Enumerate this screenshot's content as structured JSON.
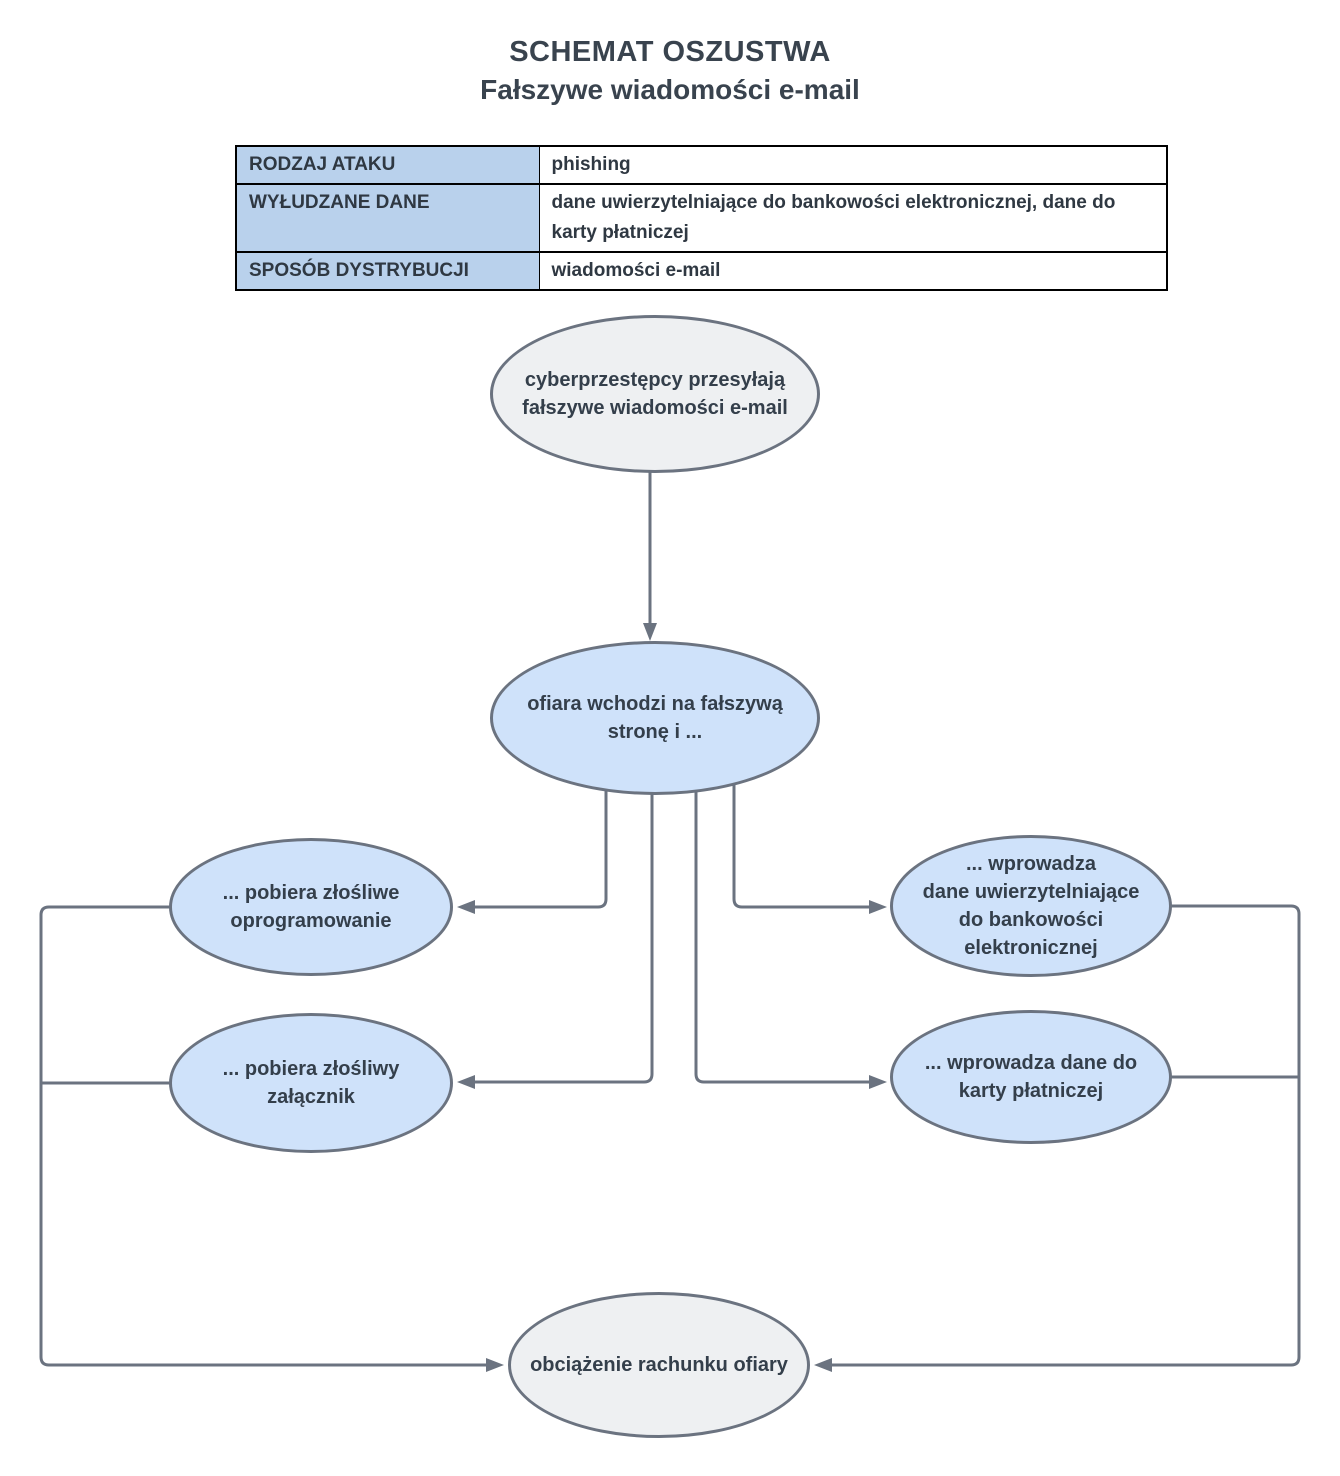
{
  "title": {
    "line1": "SCHEMAT OSZUSTWA",
    "line2": "Fałszywe wiadomości e-mail"
  },
  "table": {
    "rows": [
      {
        "label": "RODZAJ ATAKU",
        "value": "phishing"
      },
      {
        "label": "WYŁUDZANE DANE",
        "value": "dane uwierzytelniające do bankowości elektronicznej, dane do karty płatniczej"
      },
      {
        "label": "SPOSÓB DYSTRYBUCJI",
        "value": "wiadomości e-mail"
      }
    ]
  },
  "nodes": {
    "source": {
      "type": "gray",
      "lines": [
        "cyberprzestępcy przesyłają",
        "fałszywe wiadomości e-mail"
      ]
    },
    "victim": {
      "type": "blue",
      "lines": [
        "ofiara wchodzi na fałszywą",
        "stronę i ..."
      ]
    },
    "malware": {
      "type": "blue",
      "lines": [
        "... pobiera złośliwe",
        "oprogramowanie"
      ]
    },
    "attachment": {
      "type": "blue",
      "lines": [
        "... pobiera złośliwy",
        "załącznik"
      ]
    },
    "banking": {
      "type": "blue",
      "lines": [
        "... wprowadza",
        "dane uwierzytelniające",
        "do bankowości",
        "elektronicznej"
      ]
    },
    "card": {
      "type": "blue",
      "lines": [
        "... wprowadza dane do",
        "karty płatniczej"
      ]
    },
    "debit": {
      "type": "gray",
      "lines": [
        "obciążenie rachunku ofiary"
      ]
    }
  },
  "colors": {
    "node_border": "#6b7380",
    "node_blue_fill": "#cfe2fa",
    "node_gray_fill": "#eef0f2",
    "connector": "#6b7380",
    "table_label_bg": "#b9d1ec",
    "table_border": "#000000",
    "title_text": "#39434e",
    "node_text": "#343f4b",
    "background": "#ffffff"
  }
}
